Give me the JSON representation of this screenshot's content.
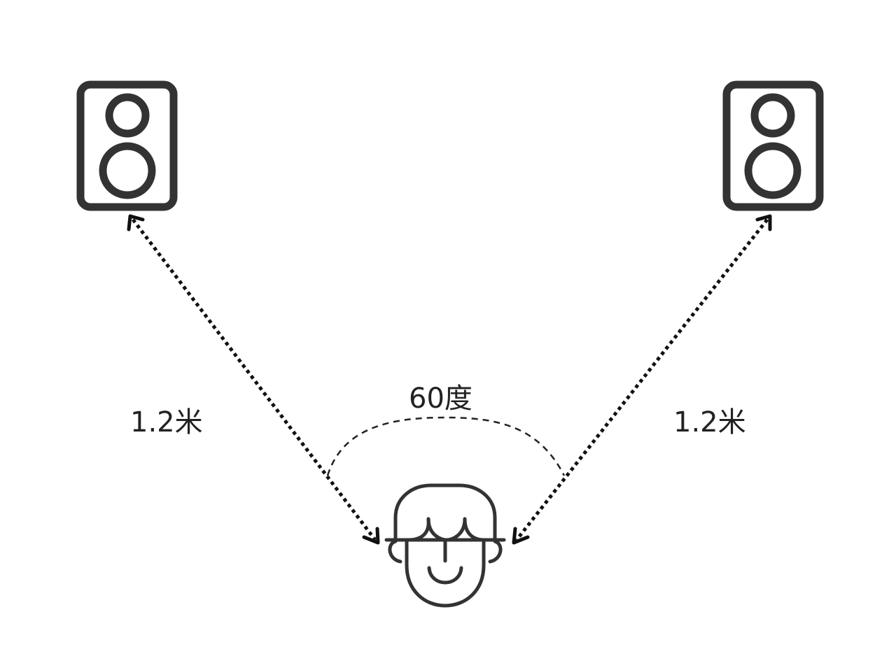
{
  "diagram": {
    "distance_left_label": "1.2米",
    "distance_right_label": "1.2米",
    "angle_label": "60度"
  },
  "icons": {
    "left_speaker": "speaker-icon",
    "right_speaker": "speaker-icon",
    "listener": "listener-head-icon"
  },
  "colors": {
    "stroke": "#333333",
    "dotted_line": "#111111",
    "background": "#ffffff"
  }
}
